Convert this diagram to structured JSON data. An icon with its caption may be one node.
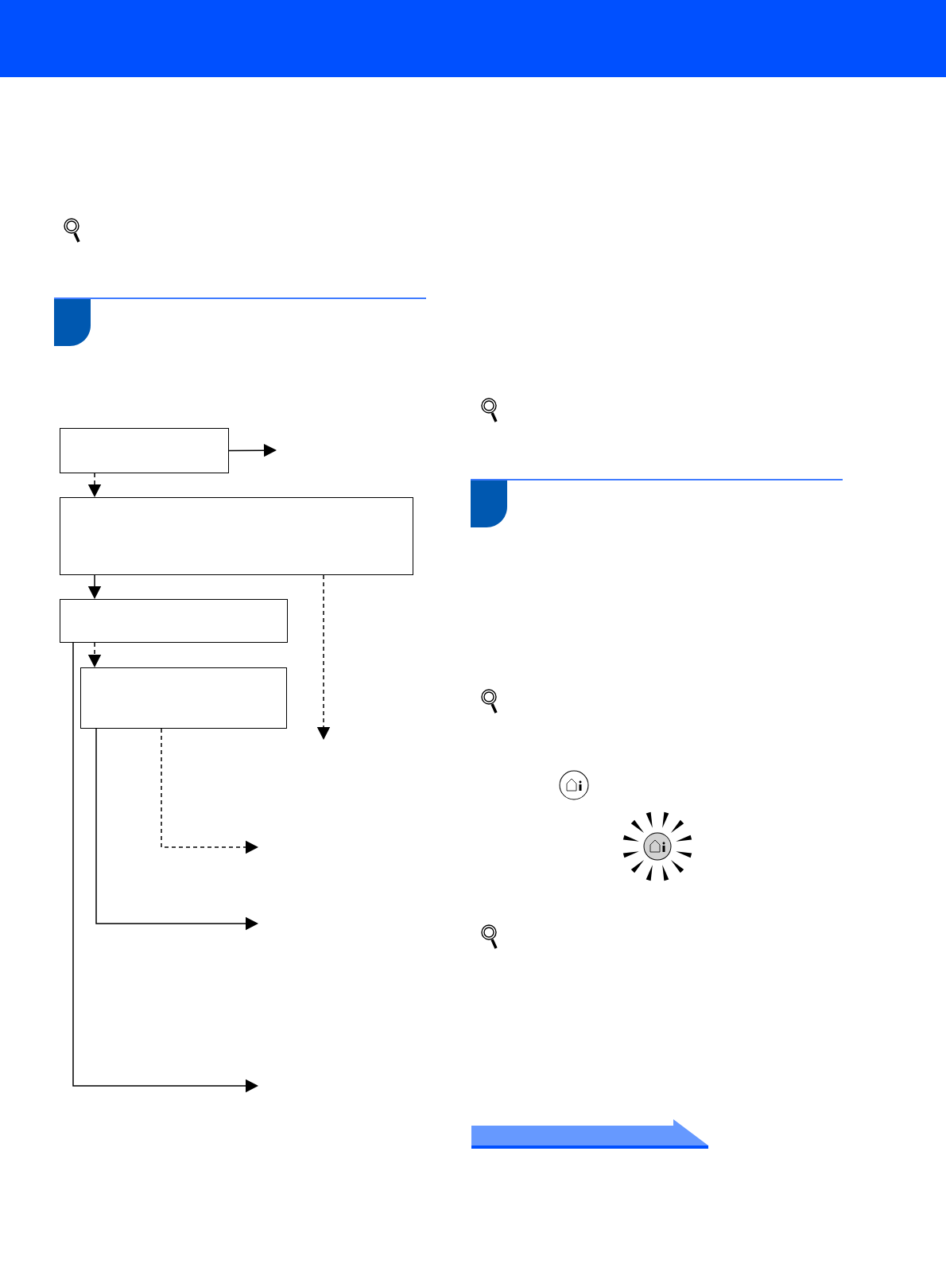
{
  "diagram": {
    "nodes": [
      {
        "text": [],
        "shape": "box"
      },
      {
        "text": [],
        "shape": "box"
      },
      {
        "text": [],
        "shape": "box"
      },
      {
        "text": [],
        "shape": "box"
      }
    ],
    "edges": [
      {
        "from": 0,
        "to": null,
        "arrow": "to"
      },
      {
        "from": 0,
        "to": 1,
        "arrow": "to",
        "style": "dashed"
      },
      {
        "from": 1,
        "to": 2,
        "arrow": "to"
      },
      {
        "from": 1,
        "to": null,
        "arrow": "to",
        "style": "dashed"
      },
      {
        "from": 2,
        "to": 3,
        "arrow": "to",
        "style": "dashed"
      },
      {
        "from": 3,
        "to": null,
        "arrow": "to",
        "style": "dashed"
      },
      {
        "from": 3,
        "to": null,
        "arrow": "to"
      },
      {
        "from": 2,
        "to": null,
        "arrow": "to"
      }
    ]
  }
}
